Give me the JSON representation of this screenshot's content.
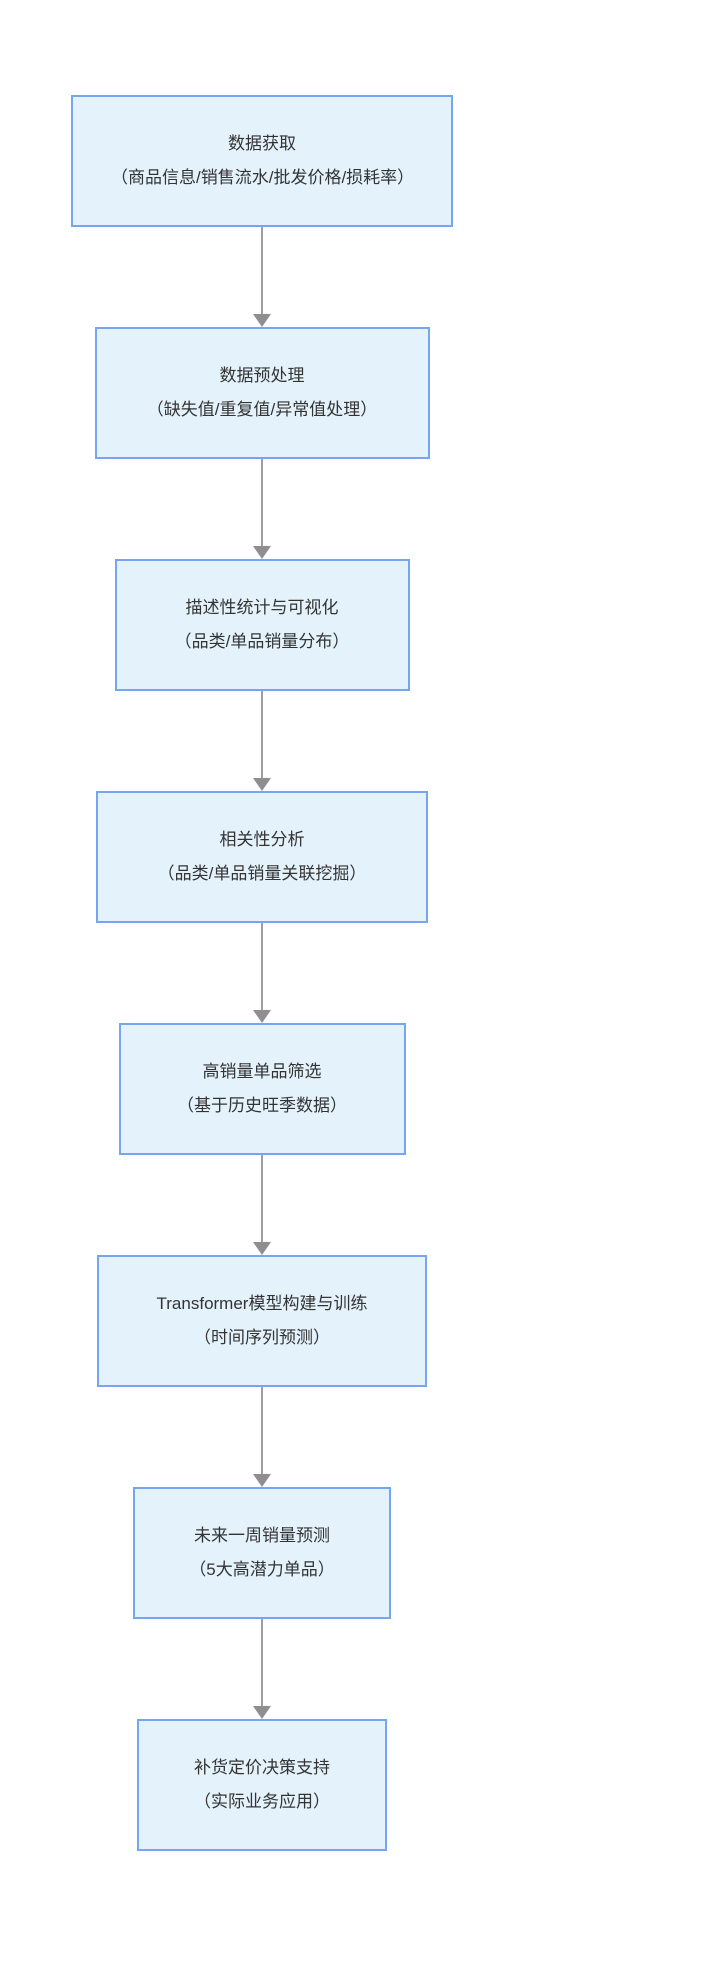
{
  "page": {
    "background": "#ffffff"
  },
  "flowchart": {
    "type": "vertical-flowchart",
    "box_fill": "#e4f2fc",
    "box_border": "#74a7f0",
    "text_color": "#333333",
    "arrow_color": "#9e9e9e",
    "steps": [
      {
        "title": "数据获取",
        "subtitle": "（商品信息/销售流水/批发价格/损耗率）"
      },
      {
        "title": "数据预处理",
        "subtitle": "（缺失值/重复值/异常值处理）"
      },
      {
        "title": "描述性统计与可视化",
        "subtitle": "（品类/单品销量分布）"
      },
      {
        "title": "相关性分析",
        "subtitle": "（品类/单品销量关联挖掘）"
      },
      {
        "title": "高销量单品筛选",
        "subtitle": "（基于历史旺季数据）"
      },
      {
        "title": "Transformer模型构建与训练",
        "subtitle": "（时间序列预测）"
      },
      {
        "title": "未来一周销量预测",
        "subtitle": "（5大高潜力单品）"
      },
      {
        "title": "补货定价决策支持",
        "subtitle": "（实际业务应用）"
      }
    ]
  }
}
